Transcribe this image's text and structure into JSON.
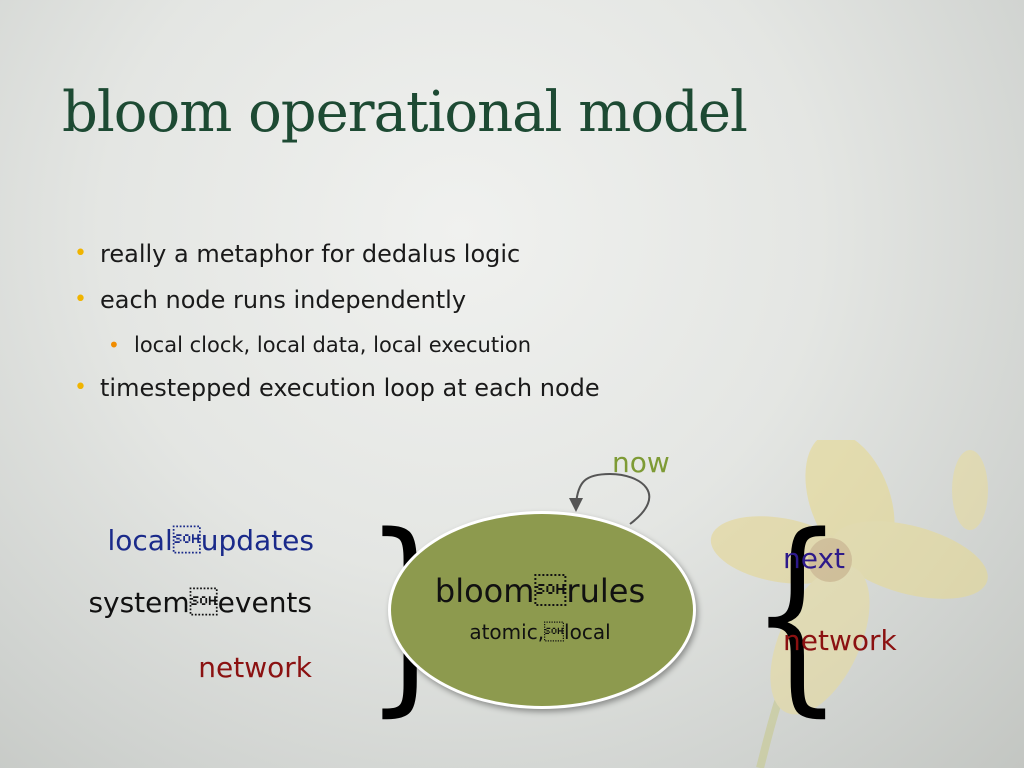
{
  "title": "bloom operational model",
  "bullets": [
    {
      "text": "really a metaphor for dedalus logic",
      "level": 1
    },
    {
      "text": "each node runs independently",
      "level": 1
    },
    {
      "text": "local clock, local data, local execution",
      "level": 2
    },
    {
      "text": "timestepped execution loop at each node",
      "level": 1
    }
  ],
  "bullet_marker": "•",
  "diagram": {
    "loop_label": "now",
    "inputs": [
      "local\u0001updates",
      "system\u0001events",
      "network"
    ],
    "core_title": "bloom\u0001rules",
    "core_subtitle": "atomic,\u0001local",
    "outputs": [
      "next",
      "network"
    ],
    "colors": {
      "loop_label": "#7e9b35",
      "local_updates": "#1a2a8a",
      "system_events": "#111111",
      "network": "#8b1111",
      "next": "#2d1a8a",
      "core_fill": "#8d9a4e",
      "title": "#1d4a33",
      "bullet_level1": "#f0b400",
      "bullet_level2": "#f08c00"
    }
  },
  "decor": {
    "background_image": "flower-icon"
  }
}
